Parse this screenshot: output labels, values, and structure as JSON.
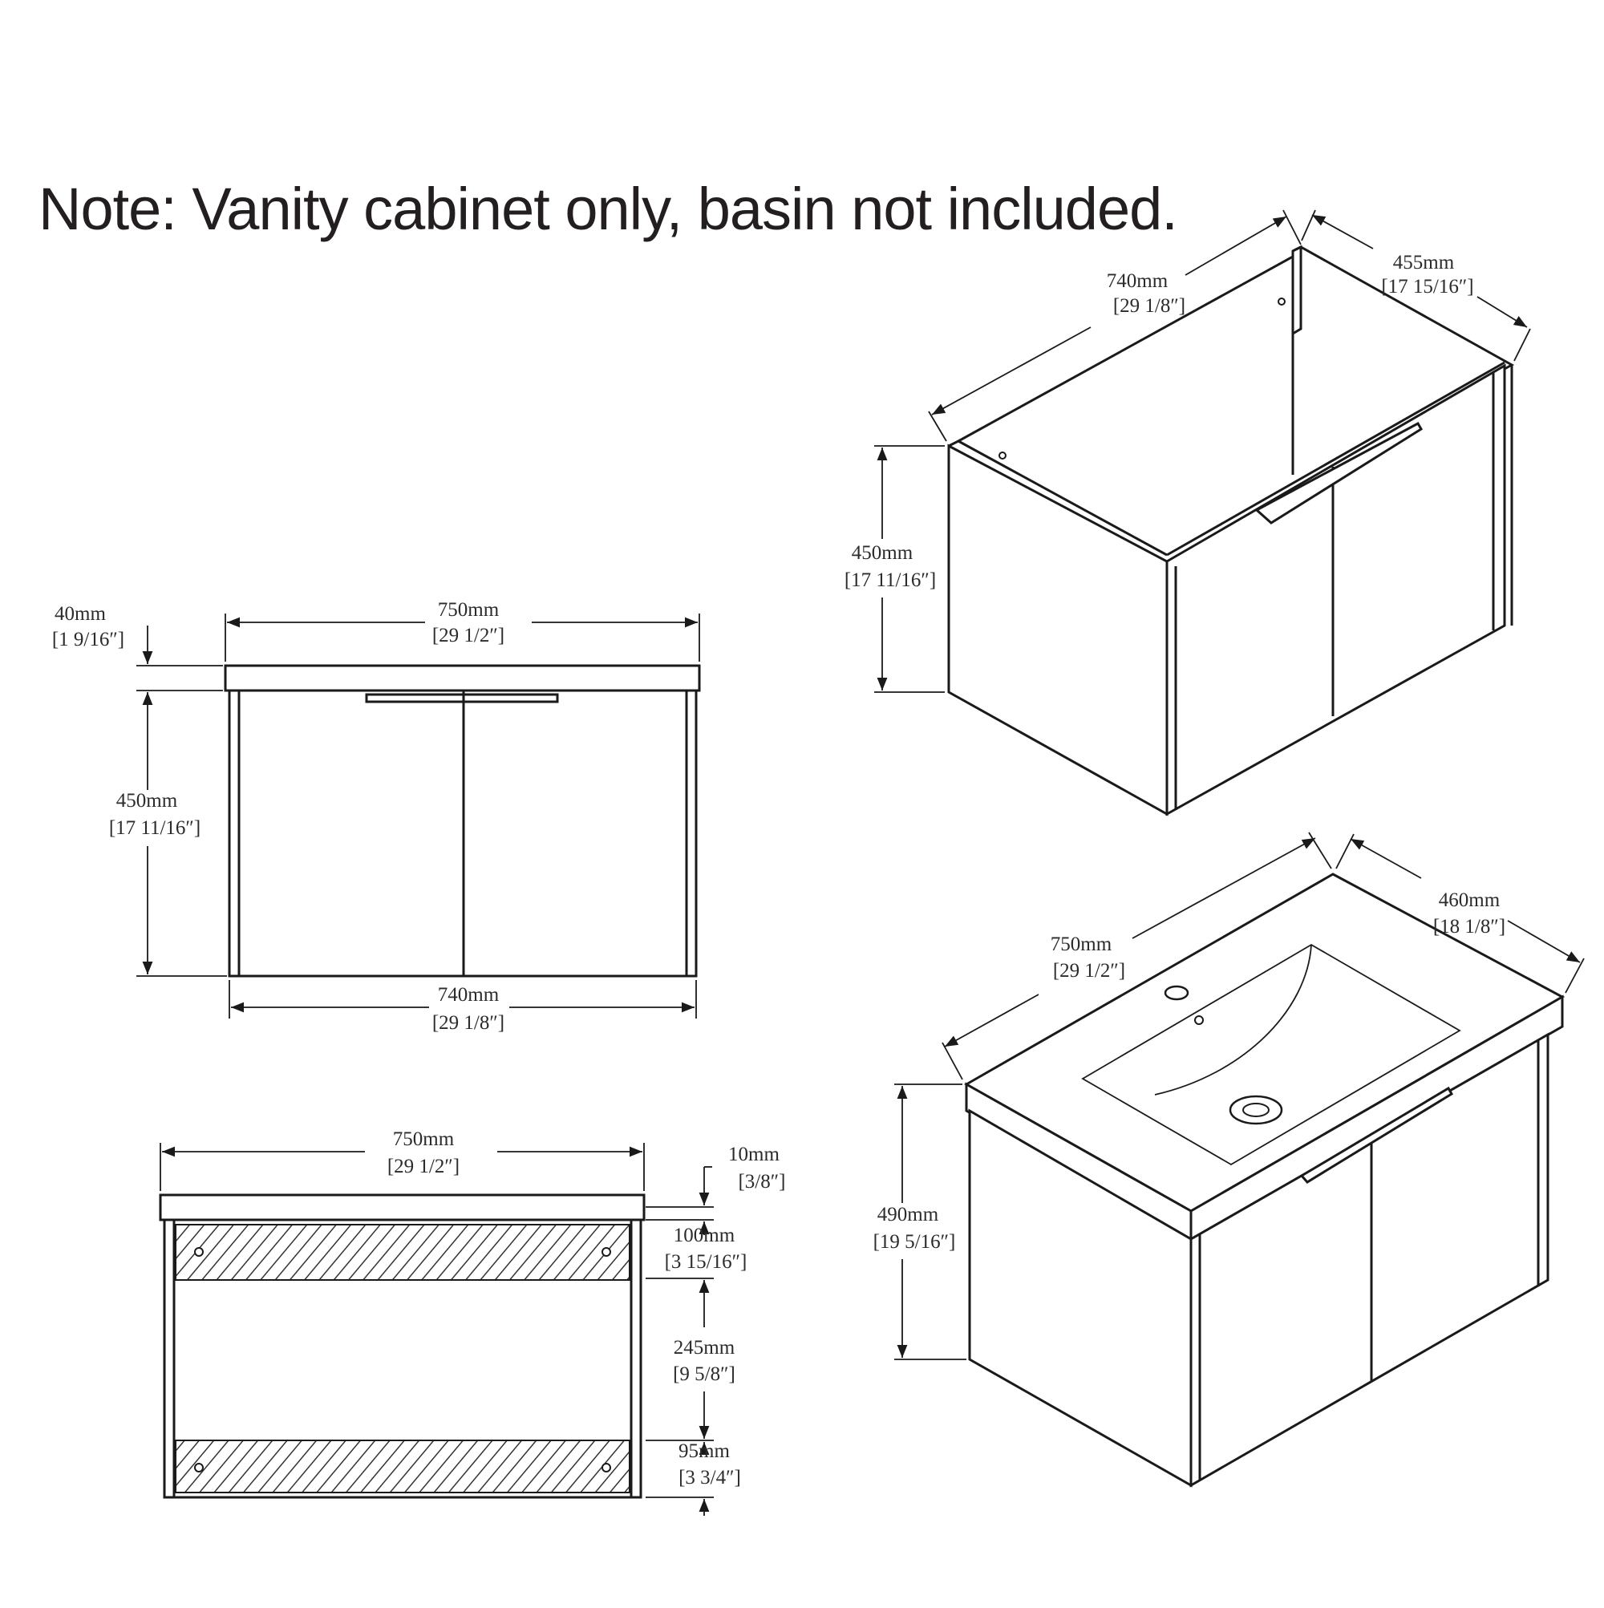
{
  "note": "Note: Vanity cabinet only, basin not included.",
  "front_view": {
    "top_width": "750mm",
    "top_width_in": "[29 1/2″]",
    "top_thickness": "40mm",
    "top_thickness_in": "[1 9/16″]",
    "height": "450mm",
    "height_in": "[17 11/16″]",
    "bottom_width": "740mm",
    "bottom_width_in": "[29 1/8″]"
  },
  "back_view": {
    "width": "750mm",
    "width_in": "[29 1/2″]",
    "gap": "10mm",
    "gap_in": "[3/8″]",
    "upper_rail": "100mm",
    "upper_rail_in": "[3 15/16″]",
    "middle": "245mm",
    "middle_in": "[9 5/8″]",
    "lower_rail": "95mm",
    "lower_rail_in": "[3 3/4″]"
  },
  "cabinet_iso": {
    "width": "740mm",
    "width_in": "[29 1/8″]",
    "depth": "455mm",
    "depth_in": "[17 15/16″]",
    "height": "450mm",
    "height_in": "[17 11/16″]"
  },
  "basin_iso": {
    "width": "750mm",
    "width_in": "[29 1/2″]",
    "depth": "460mm",
    "depth_in": "[18 1/8″]",
    "height": "490mm",
    "height_in": "[19 5/16″]"
  }
}
